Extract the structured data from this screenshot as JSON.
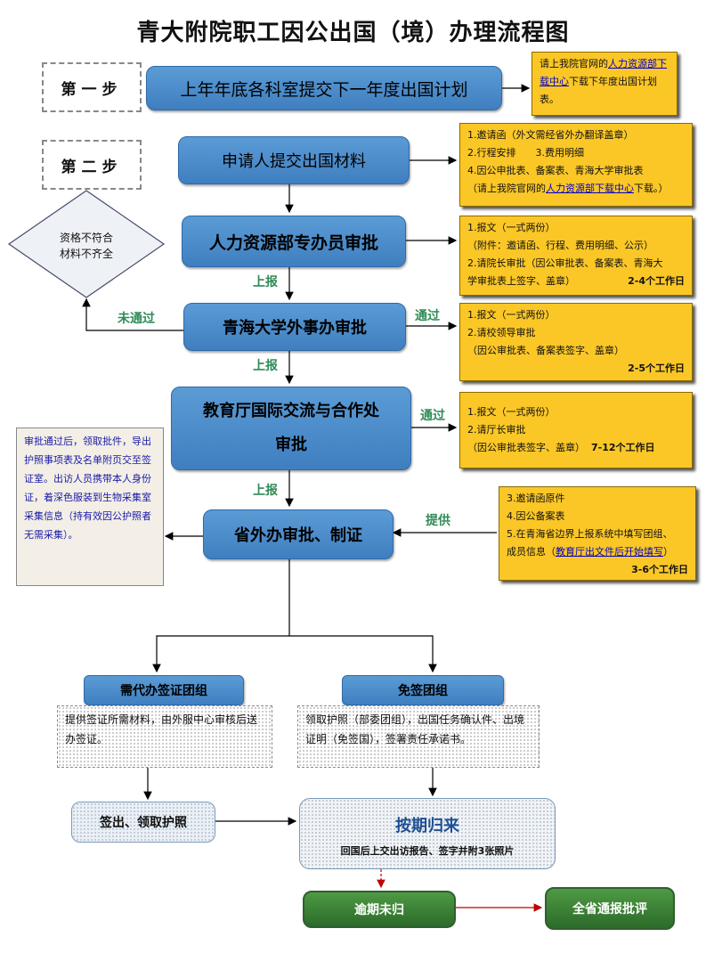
{
  "title": "青大附院职工因公出国（境）办理流程图",
  "steps": {
    "step1": "第一步",
    "step2": "第二步"
  },
  "diamond": {
    "line1": "资格不符合",
    "line2": "材料不齐全"
  },
  "boxes": {
    "plan": "上年年底各科室提交下一年度出国计划",
    "submit": "申请人提交出国材料",
    "hr_review": "人力资源部专办员审批",
    "qhu_review": "青海大学外事办审批",
    "edu_review_line1": "教育厅国际交流与合作处",
    "edu_review_line2": "审批",
    "prov_review": "省外办审批、制证",
    "visa_group": "需代办签证团组",
    "free_group": "免签团组",
    "sign_out": "签出、领取护照",
    "return_title": "按期归来",
    "return_sub": "回国后上交出访报告、签字并附3张照片",
    "overdue": "逾期未归",
    "notice": "全省通报批评"
  },
  "labels": {
    "report1": "上报",
    "report2": "上报",
    "report3": "上报",
    "failed": "未通过",
    "passed1": "通过",
    "passed2": "通过",
    "provide": "提供"
  },
  "notes": {
    "plan_note": {
      "pre": "请上我院官网的",
      "link": "人力资源部下载中心",
      "post": "下载下年度出国计划表。"
    },
    "submit_note": {
      "l1": "1.邀请函（外文需经省外办翻译盖章）",
      "l2": "2.行程安排　　3.费用明细",
      "l3": "4.因公申批表、备案表、青海大学审批表",
      "l4_pre": "（请上我院官网的",
      "l4_link": "人力资源部下载中心",
      "l4_post": "下载。）"
    },
    "hr_note": {
      "l1": "1.报文（一式两份）",
      "l2": "（附件：邀请函、行程、费用明细、公示）",
      "l3": "2.请院长审批（因公审批表、备案表、青海大",
      "l4": "学审批表上签字、盖章）",
      "days": "2-4个工作日"
    },
    "qhu_note": {
      "l1": "1.报文（一式两份）",
      "l2": "2.请校领导审批",
      "l3": "（因公审批表、备案表签字、盖章）",
      "days": "2-5个工作日"
    },
    "edu_note": {
      "l1": "1.报文（一式两份）",
      "l2": "2.请厅长审批",
      "l3": "（因公审批表签字、盖章）",
      "days": "7-12个工作日"
    },
    "prov_note": {
      "l1": "3.邀请函原件",
      "l2": "4.因公备案表",
      "l3": "5.在青海省边界上报系统中填写团组、",
      "l4_pre": "成员信息（",
      "l4_link": "教育厅出文件后开始填写",
      "l4_post": "）",
      "days": "3-6个工作日"
    },
    "left_note": "审批通过后，领取批件，导出护照事项表及名单附页交至签证室。出访人员携带本人身份证，着深色服装到生物采集室采集信息（持有效因公护照者无需采集）。",
    "visa_desc": "提供签证所需材料，由外服中心审核后送办签证。",
    "free_desc": "领取护照（部委团组），出国任务确认件、出境证明（免签国），签署责任承诺书。"
  },
  "colors": {
    "box_blue": "#4a8bcb",
    "note_yellow": "#fbc726",
    "pass_green": "#2e8b57",
    "bad_red": "#c00000"
  }
}
